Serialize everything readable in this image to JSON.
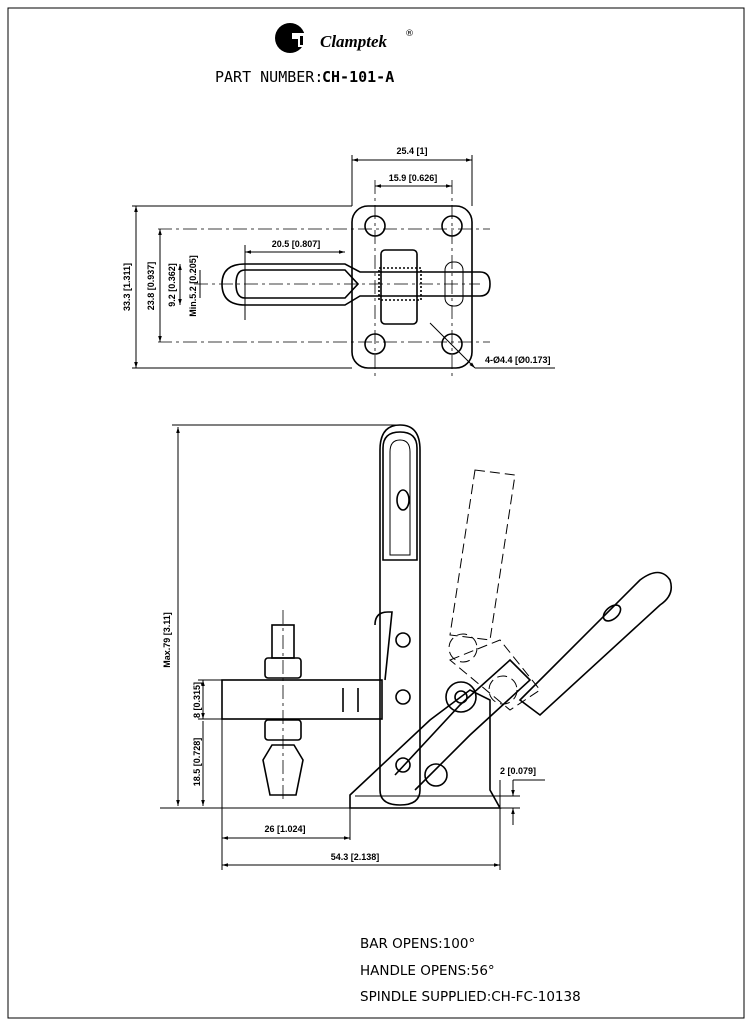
{
  "logo": {
    "brand": "Clamptek",
    "registered": "®",
    "mark": "G"
  },
  "part": {
    "label": "PART NUMBER:",
    "value": "CH-101-A"
  },
  "top_view": {
    "dims": {
      "overall_width": "25.4 [1]",
      "hole_spacing_x": "15.9 [0.626]",
      "handle_length": "20.5 [0.807]",
      "overall_height": "33.3 [1.311]",
      "hole_spacing_y": "23.8 [0.937]",
      "bar_width": "9.2 [0.362]",
      "slot_width": "Min.5.2 [0.205]",
      "holes": "4-Ø4.4 [Ø0.173]"
    }
  },
  "side_view": {
    "dims": {
      "max_height": "Max.79 [3.11]",
      "bar_thickness": "8 [0.315]",
      "bar_height": "18.5 [0.728]",
      "base_thickness": "2 [0.079]",
      "reach": "26 [1.024]",
      "overall_length": "54.3 [2.138]"
    }
  },
  "notes": [
    "BAR OPENS:100°",
    "HANDLE OPENS:56°",
    "SPINDLE SUPPLIED:CH-FC-10138"
  ]
}
